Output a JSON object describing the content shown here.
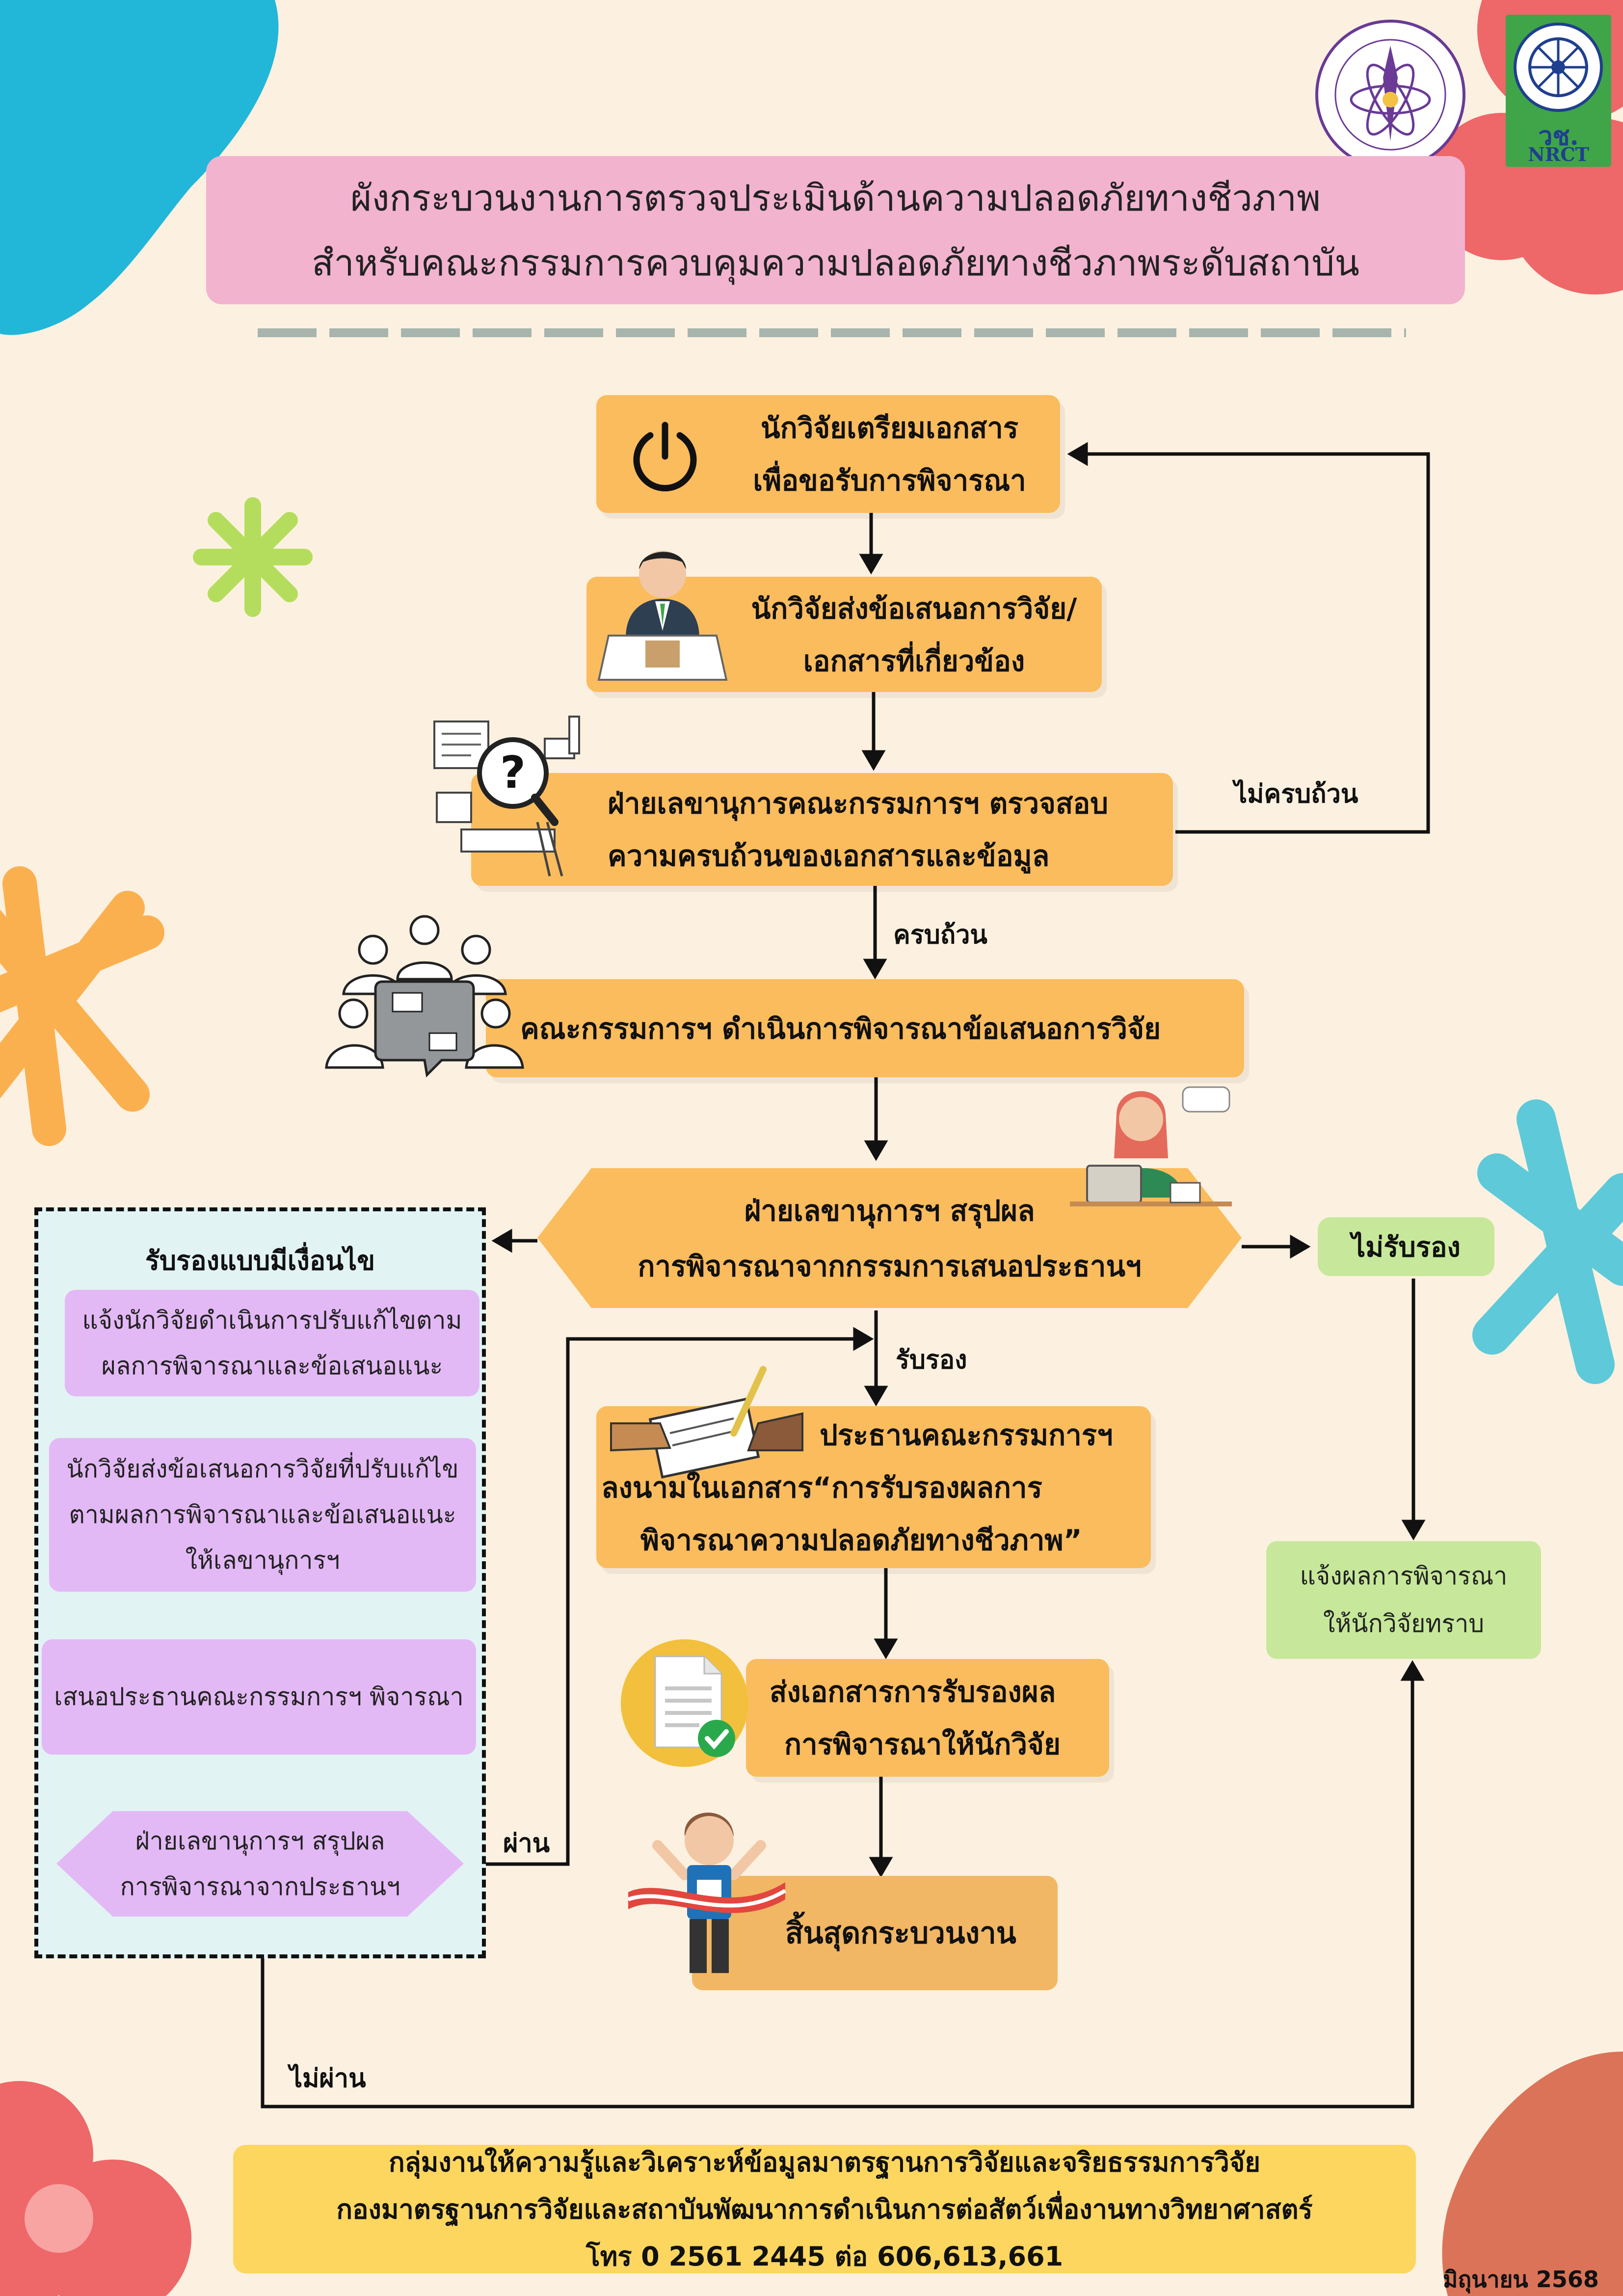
{
  "title": {
    "line1": "ผังกระบวนงานการตรวจประเมินด้านความปลอดภัยทางชีวภาพ",
    "line2": "สำหรับคณะกรรมการควบคุมความปลอดภัยทางชีวภาพระดับสถาบัน"
  },
  "logos": {
    "left": "ministry-seal-logo",
    "right": "nrct-logo",
    "right_text": "วช.",
    "right_sub": "NRCT"
  },
  "steps": {
    "s1": [
      "นักวิจัยเตรียมเอกสาร",
      "เพื่อขอรับการพิจารณา"
    ],
    "s2": [
      "นักวิจัยส่งข้อเสนอการวิจัย/",
      "เอกสารที่เกี่ยวข้อง"
    ],
    "s3": [
      "ฝ่ายเลขานุการคณะกรรมการฯ ตรวจสอบ",
      "ความครบถ้วนของเอกสารและข้อมูล"
    ],
    "s4": "คณะกรรมการฯ ดำเนินการพิจารณาข้อเสนอการวิจัย",
    "s5": [
      "ฝ่ายเลขานุการฯ สรุปผล",
      "การพิจารณาจากกรรมการเสนอประธานฯ"
    ],
    "s6": [
      "ประธานคณะกรรมการฯ",
      "ลงนามในเอกสาร“การรับรองผลการ",
      "พิจารณาความปลอดภัยทางชีวภาพ”"
    ],
    "s7": [
      "ส่งเอกสารการรับรองผล",
      "การพิจารณาให้นักวิจัย"
    ],
    "s8": "สิ้นสุดกระบวนงาน"
  },
  "conditional": {
    "title": "รับรองแบบมีเงื่อนไข",
    "c1": [
      "แจ้งนักวิจัยดำเนินการปรับแก้ไขตาม",
      "ผลการพิจารณาและข้อเสนอแนะ"
    ],
    "c2": [
      "นักวิจัยส่งข้อเสนอการวิจัยที่ปรับแก้ไข",
      "ตามผลการพิจารณาและข้อเสนอแนะ",
      "ให้เลขานุการฯ"
    ],
    "c3": "เสนอประธานคณะกรรมการฯ พิจารณา",
    "c4": [
      "ฝ่ายเลขานุการฯ สรุปผล",
      "การพิจารณาจากประธานฯ"
    ]
  },
  "reject": {
    "label": "ไม่รับรอง",
    "notify": [
      "แจ้งผลการพิจารณา",
      "ให้นักวิจัยทราบ"
    ]
  },
  "labels": {
    "incomplete": "ไม่ครบถ้วน",
    "complete": "ครบถ้วน",
    "approve": "รับรอง",
    "pass": "ผ่าน",
    "fail": "ไม่ผ่าน"
  },
  "footer": {
    "line1": "กลุ่มงานให้ความรู้และวิเคราะห์ข้อมูลมาตรฐานการวิจัยและจริยธรรมการวิจัย",
    "line2": "กองมาตรฐานการวิจัยและสถาบันพัฒนาการดำเนินการต่อสัตว์เพื่องานทางวิทยาศาสตร์",
    "line3": "โทร 0 2561 2445 ต่อ 606,613,661"
  },
  "date": "มิถุนายน 2568",
  "colors": {
    "background": "#fcf1e0",
    "title_box": "#f2b3cf",
    "step_box": "#fbbc5e",
    "conditional_box": "#e3b9f5",
    "conditional_panel": "#e2f3f4",
    "reject_box": "#c7e89b",
    "footer_box": "#fcd65f",
    "arrow": "#111111"
  },
  "icons": [
    "power-icon",
    "researcher-icon",
    "magnifier-question-icon",
    "meeting-icon",
    "secretary-icon",
    "signing-hands-icon",
    "document-check-icon",
    "runner-finish-icon"
  ]
}
